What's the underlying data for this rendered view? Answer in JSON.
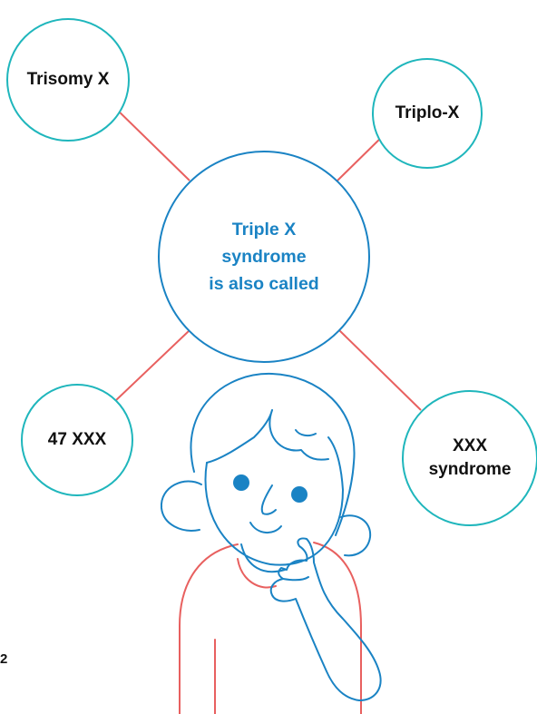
{
  "diagram": {
    "center": {
      "lines": [
        "Triple X",
        "syndrome",
        "is also called"
      ]
    },
    "nodes": {
      "top_left": {
        "label": "Trisomy X"
      },
      "top_right": {
        "label": "Triplo-X"
      },
      "bottom_left": {
        "label": "47 XXX"
      },
      "bottom_right": {
        "lines": [
          "XXX",
          "syndrome"
        ]
      }
    },
    "colors": {
      "connector": "#e8605f",
      "node_border": "#1fb6bc",
      "center_border": "#1a83c4",
      "center_text": "#1a83c4",
      "figure_line": "#1a83c4",
      "body_line": "#e8605f"
    },
    "illustration": "thinking-person"
  },
  "page": {
    "number": "2"
  }
}
